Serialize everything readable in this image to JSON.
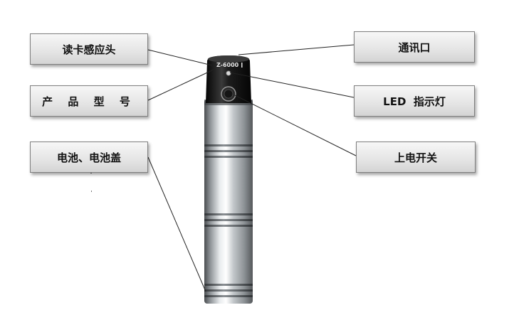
{
  "labels": {
    "card_reader_head": "读卡感应头",
    "product_model": "产 品 型 号",
    "battery_and_cover": "电池、电池盖",
    "comm_port": "通讯口",
    "led_indicator": "LED  指示灯",
    "power_switch": "上电开关"
  },
  "device": {
    "model_text": "Z-6000"
  },
  "colors": {
    "label_border": "#7f7f7f",
    "leader_line": "#222222",
    "cap_black": "#161616",
    "metal_mid": "#b8bcc0"
  }
}
